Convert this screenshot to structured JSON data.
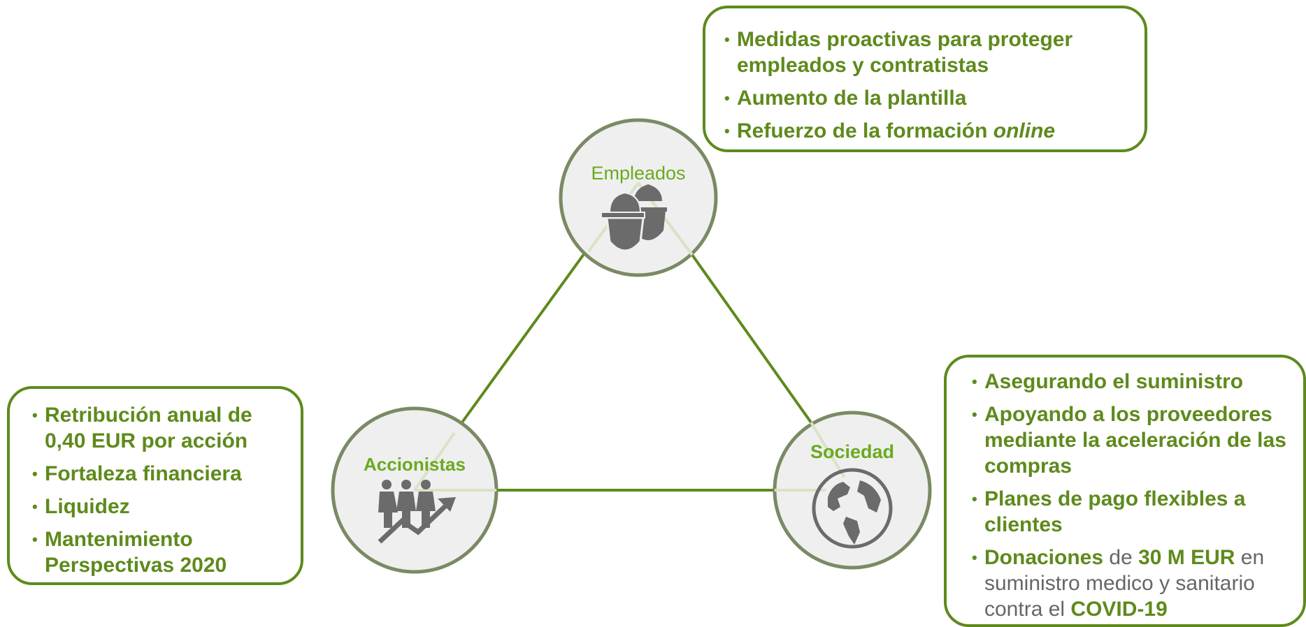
{
  "colors": {
    "accent": "#5e8a1c",
    "label_green": "#6aaa1f",
    "node_fill": "#efefef",
    "node_border": "#7a8a64",
    "icon_gray": "#6b6b6b",
    "inner_line": "#d9e2c8"
  },
  "nodes": {
    "empleados": {
      "label": "Empleados",
      "icon": "hard-hats-icon"
    },
    "accionistas": {
      "label": "Accionistas",
      "icon": "people-growth-arrow-icon"
    },
    "sociedad": {
      "label": "Sociedad",
      "icon": "globe-icon"
    }
  },
  "empleados_box": {
    "items": [
      {
        "text": "Medidas proactivas para proteger empleados y contratistas"
      },
      {
        "text": "Aumento de la plantilla"
      },
      {
        "text": "Refuerzo de la formación ",
        "emphasis": "online"
      }
    ]
  },
  "accionistas_box": {
    "items": [
      {
        "text": "Retribución anual de 0,40 EUR por acción"
      },
      {
        "text": "Fortaleza financiera"
      },
      {
        "text": "Liquidez"
      },
      {
        "text": "Mantenimiento Perspectivas 2020"
      }
    ]
  },
  "sociedad_box": {
    "items": [
      {
        "text": "Asegurando el suministro"
      },
      {
        "text": "Apoyando a los proveedores mediante la aceleración de las compras"
      },
      {
        "text": "Planes de pago flexibles a clientes"
      },
      {
        "parts": [
          "Donaciones",
          " de ",
          "30 M EUR",
          " en suministro medico y sanitario contra el ",
          "COVID-19"
        ]
      }
    ]
  }
}
